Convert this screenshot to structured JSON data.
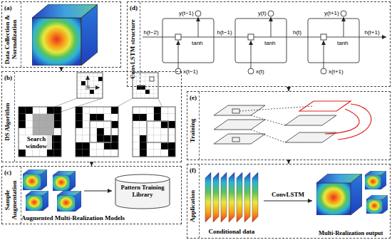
{
  "diagram": {
    "nodes": [
      {
        "text": [
          "(a)",
          "Data Collection & Normalization"
        ]
      },
      {
        "text": [
          "(b)",
          "DS Algorithm"
        ]
      },
      {
        "text": [
          "(c)",
          "Sample Augmentation"
        ]
      },
      {
        "text": [
          "Pattern Training Library"
        ],
        "in": 2
      },
      {
        "text": [
          "(d)",
          "ConvLSTM structure"
        ]
      },
      {
        "text": [
          "(e)",
          "Training"
        ]
      },
      {
        "text": [
          "(f)",
          "Application"
        ]
      }
    ],
    "edges": [
      {
        "from": 0,
        "to": 1,
        "arrow": "to"
      },
      {
        "from": 1,
        "to": 2,
        "arrow": "to"
      },
      {
        "from": 4,
        "to": 5,
        "arrow": "to"
      },
      {
        "from": 5,
        "to": 6,
        "arrow": "to"
      }
    ],
    "labels": [
      "Search window",
      "Augmented Multi-Realization Models",
      "y(t−1)",
      "y(t)",
      "y(t+1)",
      "h(t−2)",
      "h(t−1)",
      "h(t)",
      "h(t+1)",
      "tanh",
      "tanh",
      "tanh",
      "x(t−1)",
      "x(t)",
      "x(t+1)",
      "Conditional data",
      "ConvLSTM",
      "Multi-Realization output"
    ]
  }
}
